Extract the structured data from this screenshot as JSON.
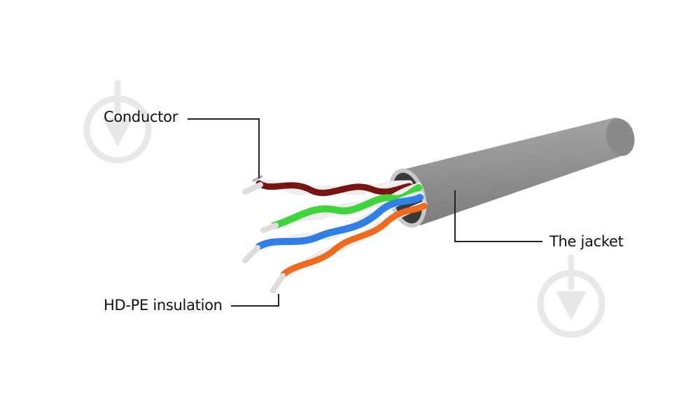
{
  "labels": {
    "conductor": "Conductor",
    "jacket": "The jacket",
    "insulation": "HD-PE insulation"
  },
  "colors": {
    "jacket": "#8f8f8f",
    "pair_brown": "#7a1412",
    "pair_green": "#3fd43a",
    "pair_blue": "#2f7fe6",
    "pair_orange": "#f06a1c",
    "white_wire": "#eeeeee",
    "leader_line": "#222222",
    "watermark": "#e6e6e6"
  },
  "icons": [
    "download-watermark-icon",
    "download-watermark-icon"
  ]
}
